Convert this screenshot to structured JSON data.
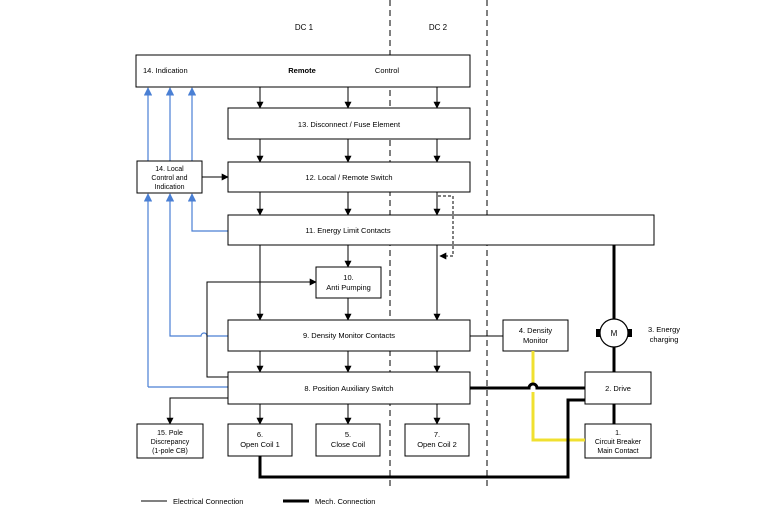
{
  "header": {
    "dc1": "DC 1",
    "dc2": "DC 2"
  },
  "blocks": {
    "indication_bar": {
      "label": "14. Indication",
      "remote": "Remote",
      "control": "Control"
    },
    "disconnect": "13. Disconnect / Fuse Element",
    "local_remote_switch": "12. Local / Remote Switch",
    "local_control": [
      "14. Local",
      "Control and",
      "Indication"
    ],
    "energy_limit": "11. Energy Limit Contacts",
    "anti_pumping": [
      "10.",
      "Anti Pumping"
    ],
    "density_monitor_contacts": "9. Density Monitor Contacts",
    "density_monitor": [
      "4. Density",
      "Monitor"
    ],
    "motor": "M",
    "energy_charging": [
      "3. Energy",
      "charging"
    ],
    "position_aux": "8. Position Auxiliary Switch",
    "drive": "2. Drive",
    "pole_discrepancy": [
      "15. Pole",
      "Discrepancy",
      "(1-pole CB)"
    ],
    "open_coil_1": [
      "6.",
      "Open Coil 1"
    ],
    "close_coil": [
      "5.",
      "Close Coil"
    ],
    "open_coil_2": [
      "7.",
      "Open Coil 2"
    ],
    "main_contact": [
      "1.",
      "Circuit Breaker",
      "Main Contact"
    ]
  },
  "legend": {
    "electrical": "Electrical Connection",
    "mechanical": "Mech. Connection"
  },
  "colors": {
    "line": "#000000",
    "indication": "#4a7fd4",
    "gas_link": "#f0e030"
  }
}
